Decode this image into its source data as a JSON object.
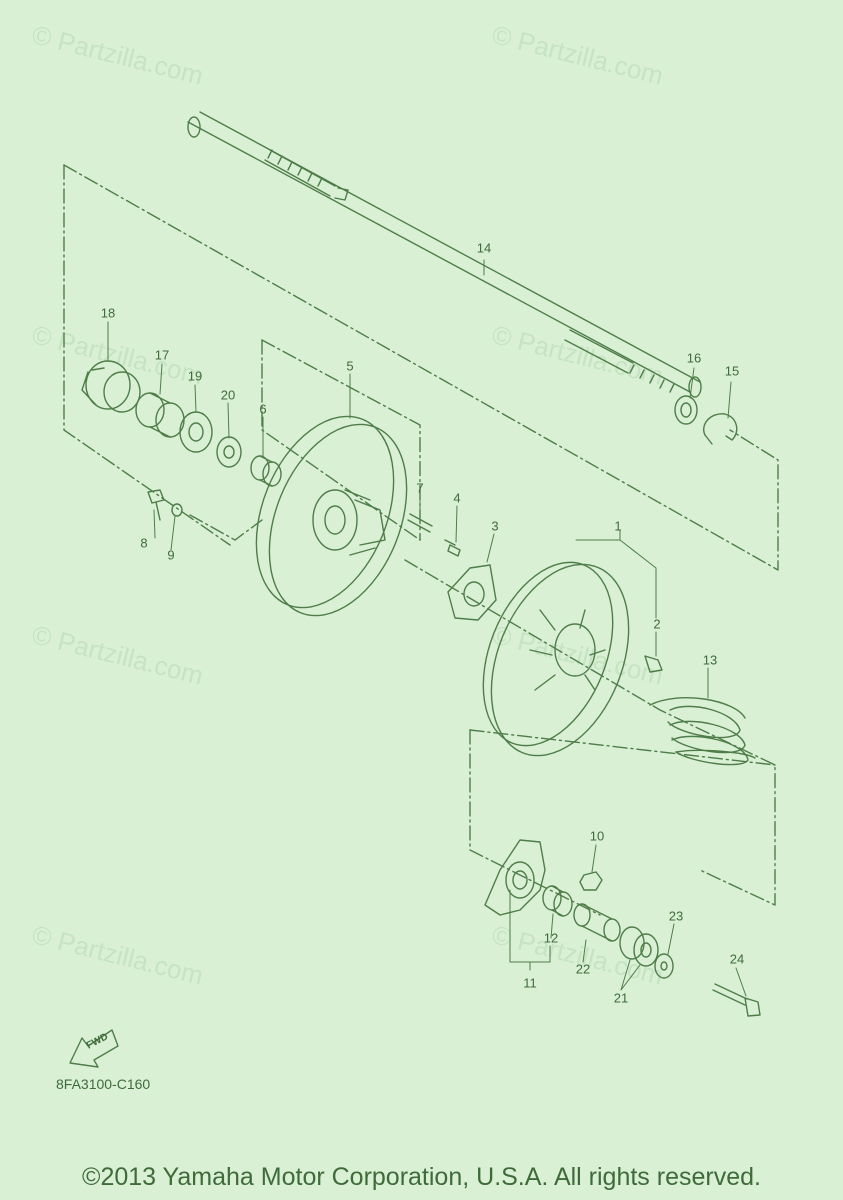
{
  "watermarks": [
    "© Partzilla.com",
    "© Partzilla.com",
    "© Partzilla.com",
    "© Partzilla.com",
    "© Partzilla.com",
    "© Partzilla.com",
    "© Partzilla.com",
    "© Partzilla.com"
  ],
  "callouts": [
    "1",
    "2",
    "3",
    "4",
    "5",
    "6",
    "7",
    "8",
    "9",
    "10",
    "11",
    "12",
    "13",
    "14",
    "15",
    "16",
    "17",
    "18",
    "19",
    "20",
    "21",
    "22",
    "23",
    "24"
  ],
  "fwd_label": "FWD",
  "part_code": "8FA3100-C160",
  "copyright": "©2013 Yamaha Motor Corporation, U.S.A. All rights reserved.",
  "colors": {
    "background": "#d9f0d5",
    "line": "#4f7d49",
    "text": "#3f6b3a",
    "watermark": "#c6e3c2"
  }
}
